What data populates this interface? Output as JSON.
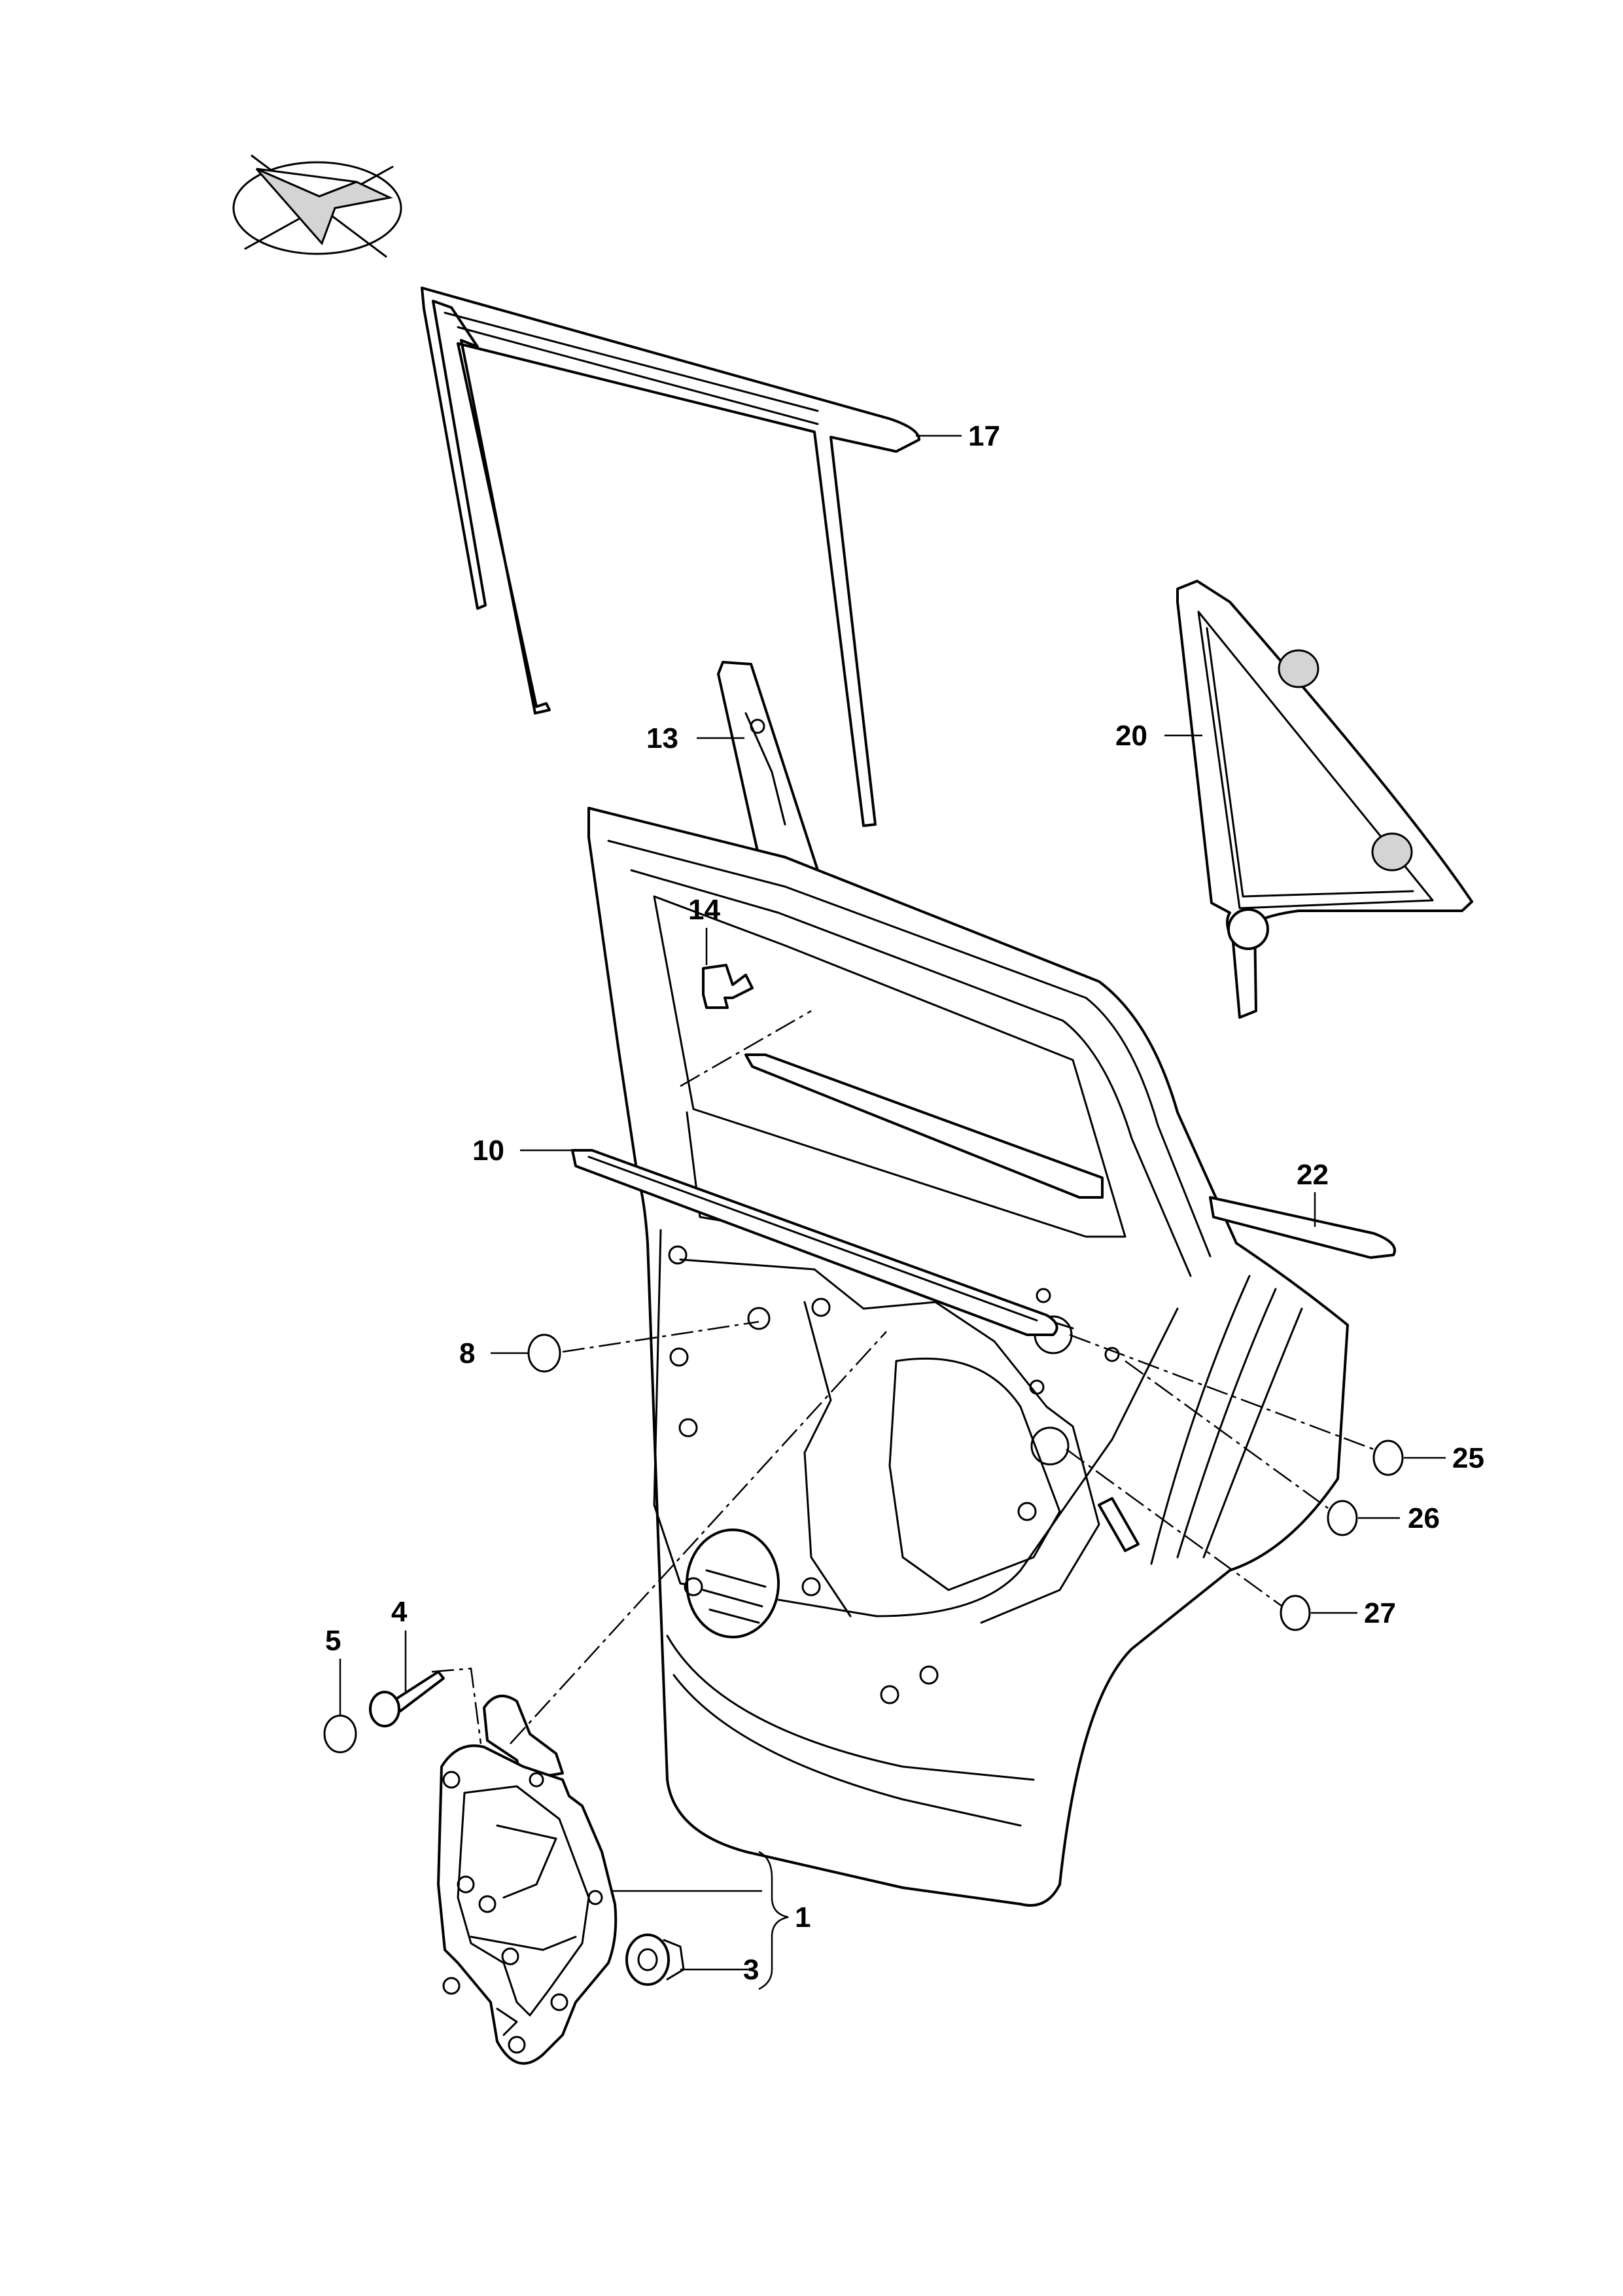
{
  "callouts": {
    "c1": "1",
    "c3": "3",
    "c4": "4",
    "c5": "5",
    "c8": "8",
    "c10": "10",
    "c13": "13",
    "c14": "14",
    "c17": "17",
    "c20": "20",
    "c22": "22",
    "c25": "25",
    "c26": "26",
    "c27": "27"
  },
  "icons": {
    "orientation": "orientation-view-icon"
  },
  "colors": {
    "line": "#000000",
    "background": "#ffffff",
    "shade": "#d4d4d4"
  }
}
